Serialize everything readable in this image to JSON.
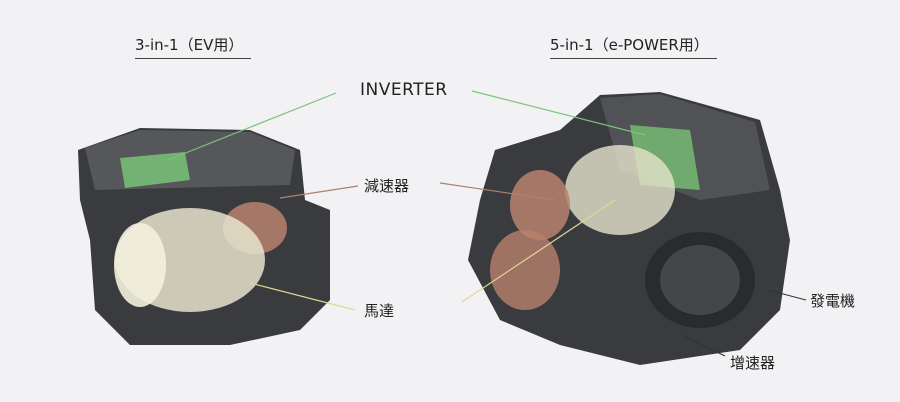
{
  "titles": {
    "left": "3-in-1（EV用）",
    "right": "5-in-1（e-POWER用）"
  },
  "labels": {
    "inverter": "INVERTER",
    "reducer": "減速器",
    "motor": "馬達",
    "generator": "發電機",
    "speed_increaser": "增速器"
  },
  "colors": {
    "background": "#f2f2f4",
    "inverter_line": "#7cc47c",
    "reducer_line": "#b08070",
    "motor_line": "#e0d890",
    "dark_line": "#333333"
  }
}
